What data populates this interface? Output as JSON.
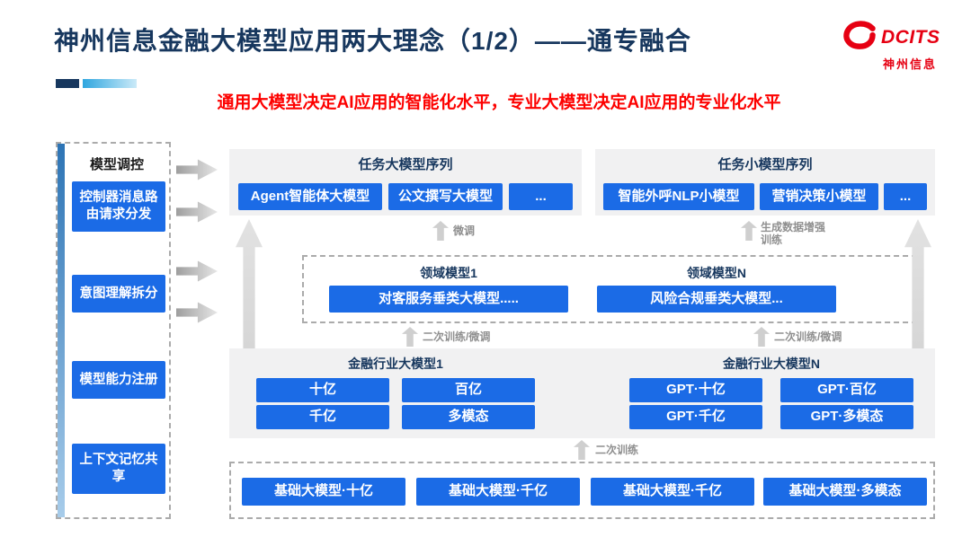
{
  "colors": {
    "accent_blue": "#1B6BE6",
    "title_navy": "#17375E",
    "brand_red": "#E60012",
    "subtitle_red": "#FD0100",
    "panel_gray": "#F1F1F2"
  },
  "header": {
    "title": "神州信息金融大模型应用两大理念（1/2）——通专融合",
    "subtitle": "通用大模型决定AI应用的智能化水平，专业大模型决定AI应用的专业化水平",
    "logo_brand": "DCITS",
    "logo_company": "神州信息"
  },
  "sidebar": {
    "title": "模型调控",
    "items": [
      "控制器消息路由请求分发",
      "意图理解拆分",
      "模型能力注册",
      "上下文记忆共享"
    ]
  },
  "task_large": {
    "title": "任务大模型序列",
    "items": [
      "Agent智能体大模型",
      "公文撰写大模型",
      "..."
    ]
  },
  "task_small": {
    "title": "任务小模型序列",
    "items": [
      "智能外呼NLP小模型",
      "营销决策小模型",
      "..."
    ]
  },
  "flow_labels": {
    "finetune": "微调",
    "augment": "生成数据增强训练",
    "retrain_left": "二次训练/微调",
    "retrain_right": "二次训练/微调",
    "retrain_base": "二次训练"
  },
  "domain": {
    "left_title": "领域模型1",
    "left_model": "对客服务垂类大模型.....",
    "right_title": "领域模型N",
    "right_model": "风险合规垂类大模型..."
  },
  "industry": {
    "left_title": "金融行业大模型1",
    "left_items": [
      "十亿",
      "百亿",
      "千亿",
      "多模态"
    ],
    "right_title": "金融行业大模型N",
    "right_items": [
      "GPT·十亿",
      "GPT·百亿",
      "GPT·千亿",
      "GPT·多模态"
    ]
  },
  "base_models": [
    "基础大模型·十亿",
    "基础大模型·千亿",
    "基础大模型·千亿",
    "基础大模型·多模态"
  ]
}
